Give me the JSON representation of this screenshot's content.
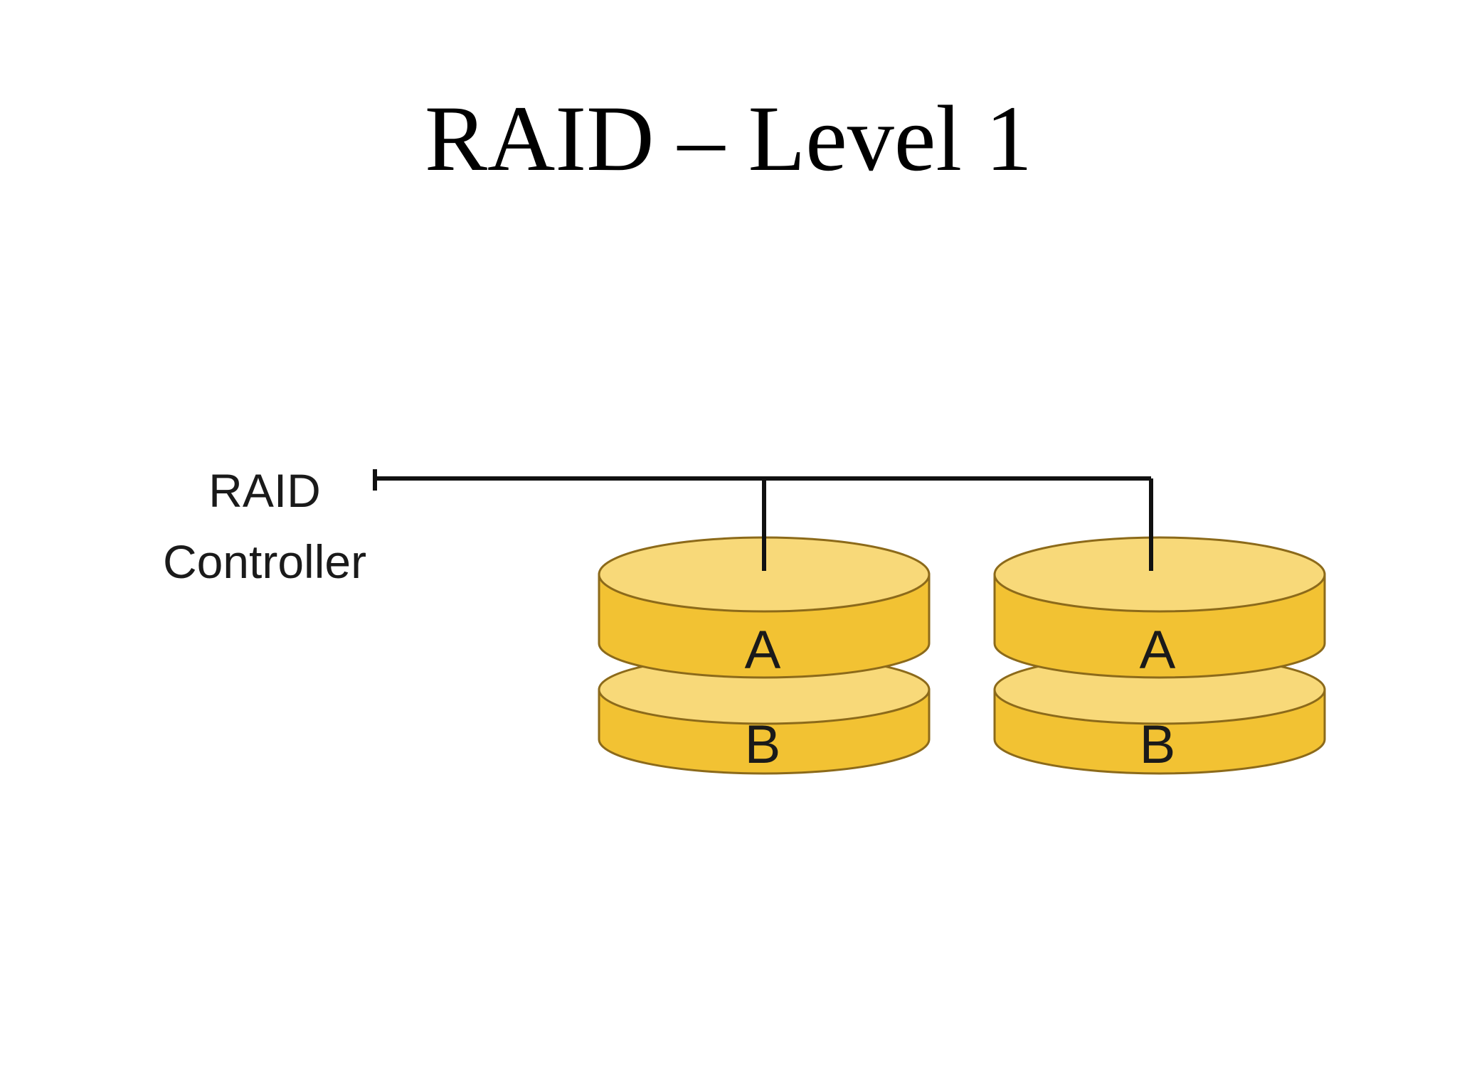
{
  "title": "RAID – Level 1",
  "controller": {
    "line1": "RAID",
    "line2": "Controller"
  },
  "disks": [
    {
      "top_label": "A",
      "bottom_label": "B"
    },
    {
      "top_label": "A",
      "bottom_label": "B"
    }
  ],
  "colors": {
    "disk_side": "#F2C233",
    "disk_top": "#F8D979",
    "disk_outline": "#8C6A1A",
    "line": "#111111"
  }
}
